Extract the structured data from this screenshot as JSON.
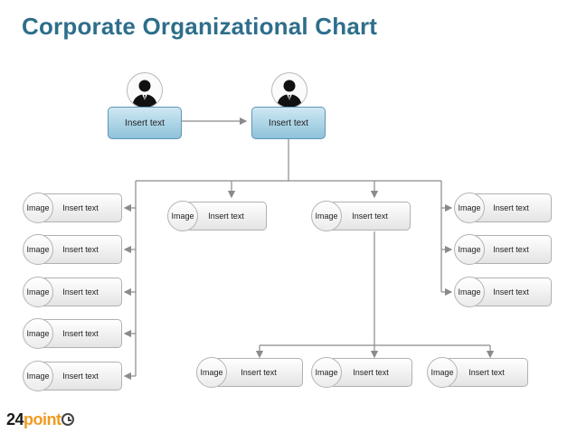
{
  "header": {
    "title": "Corporate Organizational Chart"
  },
  "top": {
    "left_label": "Insert text",
    "right_label": "Insert text",
    "left_avatar_icon": "businessman-icon",
    "right_avatar_icon": "businessman-icon"
  },
  "nodes": {
    "left": [
      {
        "image": "Image",
        "label": "Insert text"
      },
      {
        "image": "Image",
        "label": "Insert text"
      },
      {
        "image": "Image",
        "label": "Insert text"
      },
      {
        "image": "Image",
        "label": "Insert text"
      },
      {
        "image": "Image",
        "label": "Insert text"
      }
    ],
    "middle": [
      {
        "image": "Image",
        "label": "Insert text"
      },
      {
        "image": "Image",
        "label": "Insert text"
      }
    ],
    "right": [
      {
        "image": "Image",
        "label": "Insert text"
      },
      {
        "image": "Image",
        "label": "Insert text"
      },
      {
        "image": "Image",
        "label": "Insert text"
      }
    ],
    "bottom": [
      {
        "image": "Image",
        "label": "Insert text"
      },
      {
        "image": "Image",
        "label": "Insert text"
      },
      {
        "image": "Image",
        "label": "Insert text"
      }
    ]
  },
  "footer": {
    "logo_number": "24",
    "logo_word": "point",
    "logo_icon": "clock-icon"
  },
  "colors": {
    "title": "#2e6e8b",
    "top_box": "#8ec2da",
    "connector": "#8a8a8a",
    "logo_accent": "#f29a1f"
  }
}
